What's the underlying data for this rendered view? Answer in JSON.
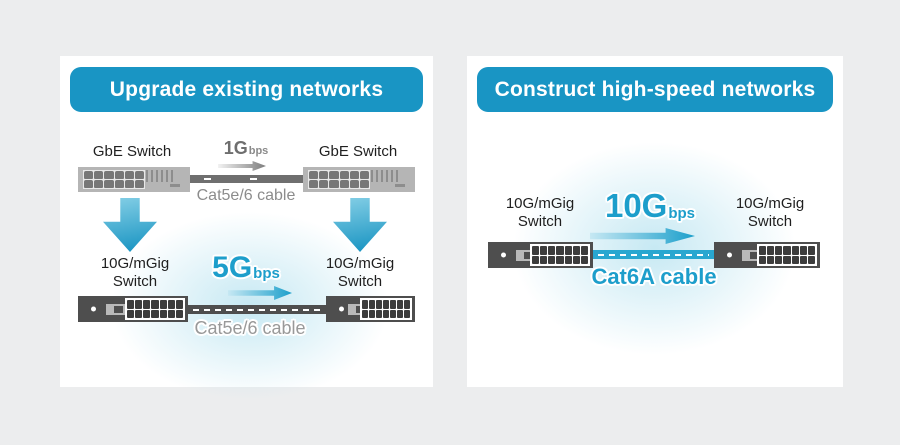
{
  "left_panel": {
    "title": "Upgrade existing networks",
    "before": {
      "left_switch_label": "GbE Switch",
      "right_switch_label": "GbE Switch",
      "speed_value": "1G",
      "speed_unit": "bps",
      "cable_label": "Cat5e/6 cable"
    },
    "after": {
      "left_switch_label_line1": "10G/mGig",
      "left_switch_label_line2": "Switch",
      "right_switch_label_line1": "10G/mGig",
      "right_switch_label_line2": "Switch",
      "speed_value": "5G",
      "speed_unit": "bps",
      "cable_label": "Cat5e/6 cable"
    }
  },
  "right_panel": {
    "title": "Construct high-speed networks",
    "network": {
      "left_switch_label_line1": "10G/mGig",
      "left_switch_label_line2": "Switch",
      "right_switch_label_line1": "10G/mGig",
      "right_switch_label_line2": "Switch",
      "speed_value": "10G",
      "speed_unit": "bps",
      "cable_label": "Cat6A cable"
    }
  },
  "colors": {
    "background": "#ecedee",
    "panel": "#ffffff",
    "header_badge": "#1995c4",
    "cyan_text": "#1d9ecb",
    "gray_text": "#8c8c8c",
    "dark_text": "#1f1f1f",
    "light_switch": "#b5b5b5",
    "dark_switch": "#4e4e4e",
    "cyan_cable": "#29a7d0"
  }
}
